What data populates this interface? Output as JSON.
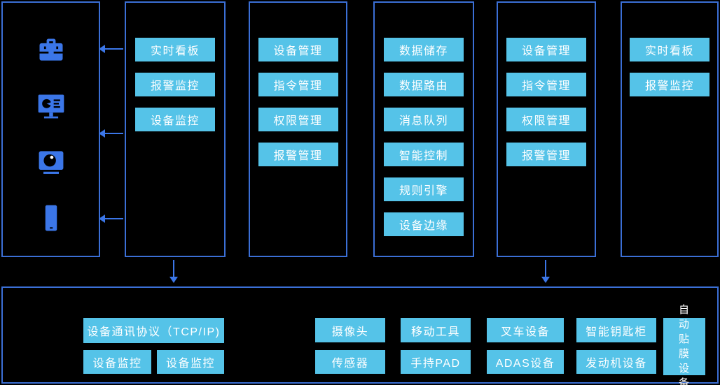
{
  "palette": {
    "background": "#000000",
    "panel_border": "#3b6fd6",
    "button_bg": "#55c3e8",
    "button_text": "#ffffff",
    "icon_color": "#3b76e8",
    "arrow_color": "#3b76e8"
  },
  "icons": {
    "clients": [
      "toolbox-icon",
      "monitor-chart-icon",
      "camera-icon",
      "smartphone-icon"
    ],
    "arrows": [
      "arrow-left-icon",
      "arrow-left-icon",
      "arrow-left-icon",
      "arrow-down-icon",
      "arrow-down-icon"
    ]
  },
  "top_panels": {
    "p2": {
      "buttons": [
        "实时看板",
        "报警监控",
        "设备监控"
      ]
    },
    "p3": {
      "buttons": [
        "设备管理",
        "指令管理",
        "权限管理",
        "报警管理"
      ]
    },
    "p4": {
      "buttons": [
        "数据储存",
        "数据路由",
        "消息队列",
        "智能控制",
        "规则引擎",
        "设备边缘"
      ]
    },
    "p5": {
      "buttons": [
        "设备管理",
        "指令管理",
        "权限管理",
        "报警管理"
      ]
    },
    "p6": {
      "buttons": [
        "实时看板",
        "报警监控"
      ]
    }
  },
  "bottom_panel": {
    "protocol_label": "设备通讯协议（TCP/IP)",
    "left_buttons": [
      "设备监控",
      "设备监控"
    ],
    "device_row1": [
      "摄像头",
      "移动工具",
      "叉车设备",
      "智能钥匙柜"
    ],
    "device_row2": [
      "传感器",
      "手持PAD",
      "ADAS设备",
      "发动机设备"
    ],
    "tall_button": "自动贴膜设备"
  }
}
